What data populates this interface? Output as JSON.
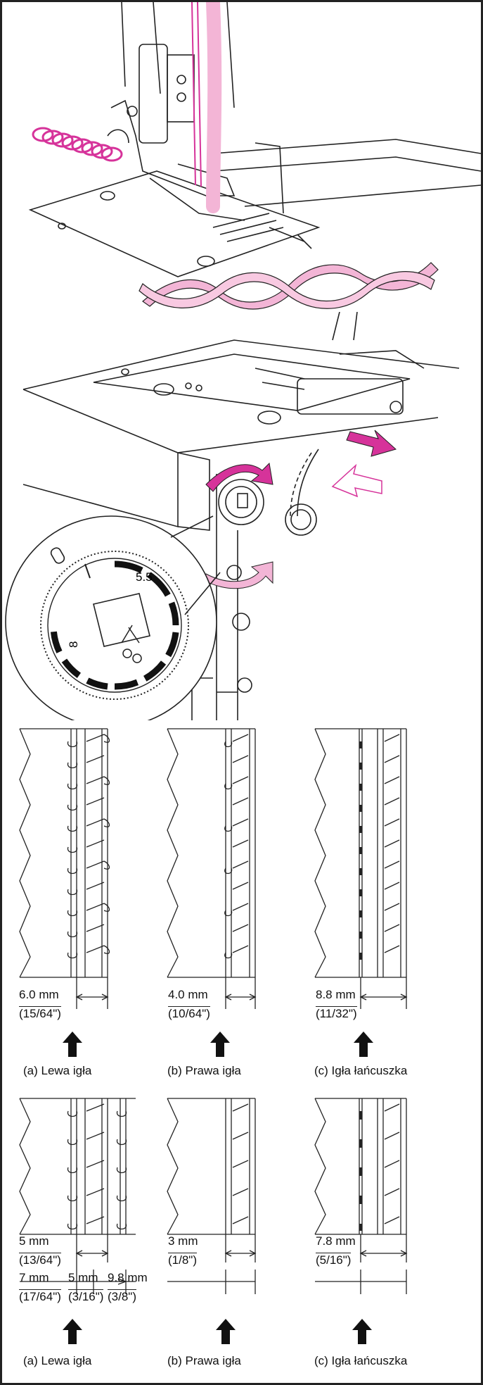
{
  "dial": {
    "mark_top": "5.5",
    "mark_bottom": "8"
  },
  "row1": [
    {
      "measure": "6.0 mm",
      "inch": "(15/64\")",
      "caption": "(a) Lewa igła"
    },
    {
      "measure": "4.0 mm",
      "inch": "(10/64\")",
      "caption": "(b) Prawa igła"
    },
    {
      "measure": "8.8 mm",
      "inch": "(11/32\")",
      "caption": "(c) Igła łańcuszka"
    }
  ],
  "row2": [
    {
      "measure": "5 mm",
      "inch": "(13/64\")",
      "measure2": "7 mm",
      "inch2": "(17/64\")",
      "measure3": "5 mm",
      "inch3": "(3/16\")",
      "measure4": "9.8 mm",
      "inch4": "(3/8\")",
      "caption": "(a) Lewa igła"
    },
    {
      "measure": "3 mm",
      "inch": "(1/8\")",
      "caption": "(b) Prawa igła"
    },
    {
      "measure": "7.8 mm",
      "inch": "(5/16\")",
      "caption": "(c) Igła łańcuszka"
    }
  ],
  "colors": {
    "accent": "#d6339a",
    "light_accent": "#f3b5d6",
    "line": "#222222"
  }
}
